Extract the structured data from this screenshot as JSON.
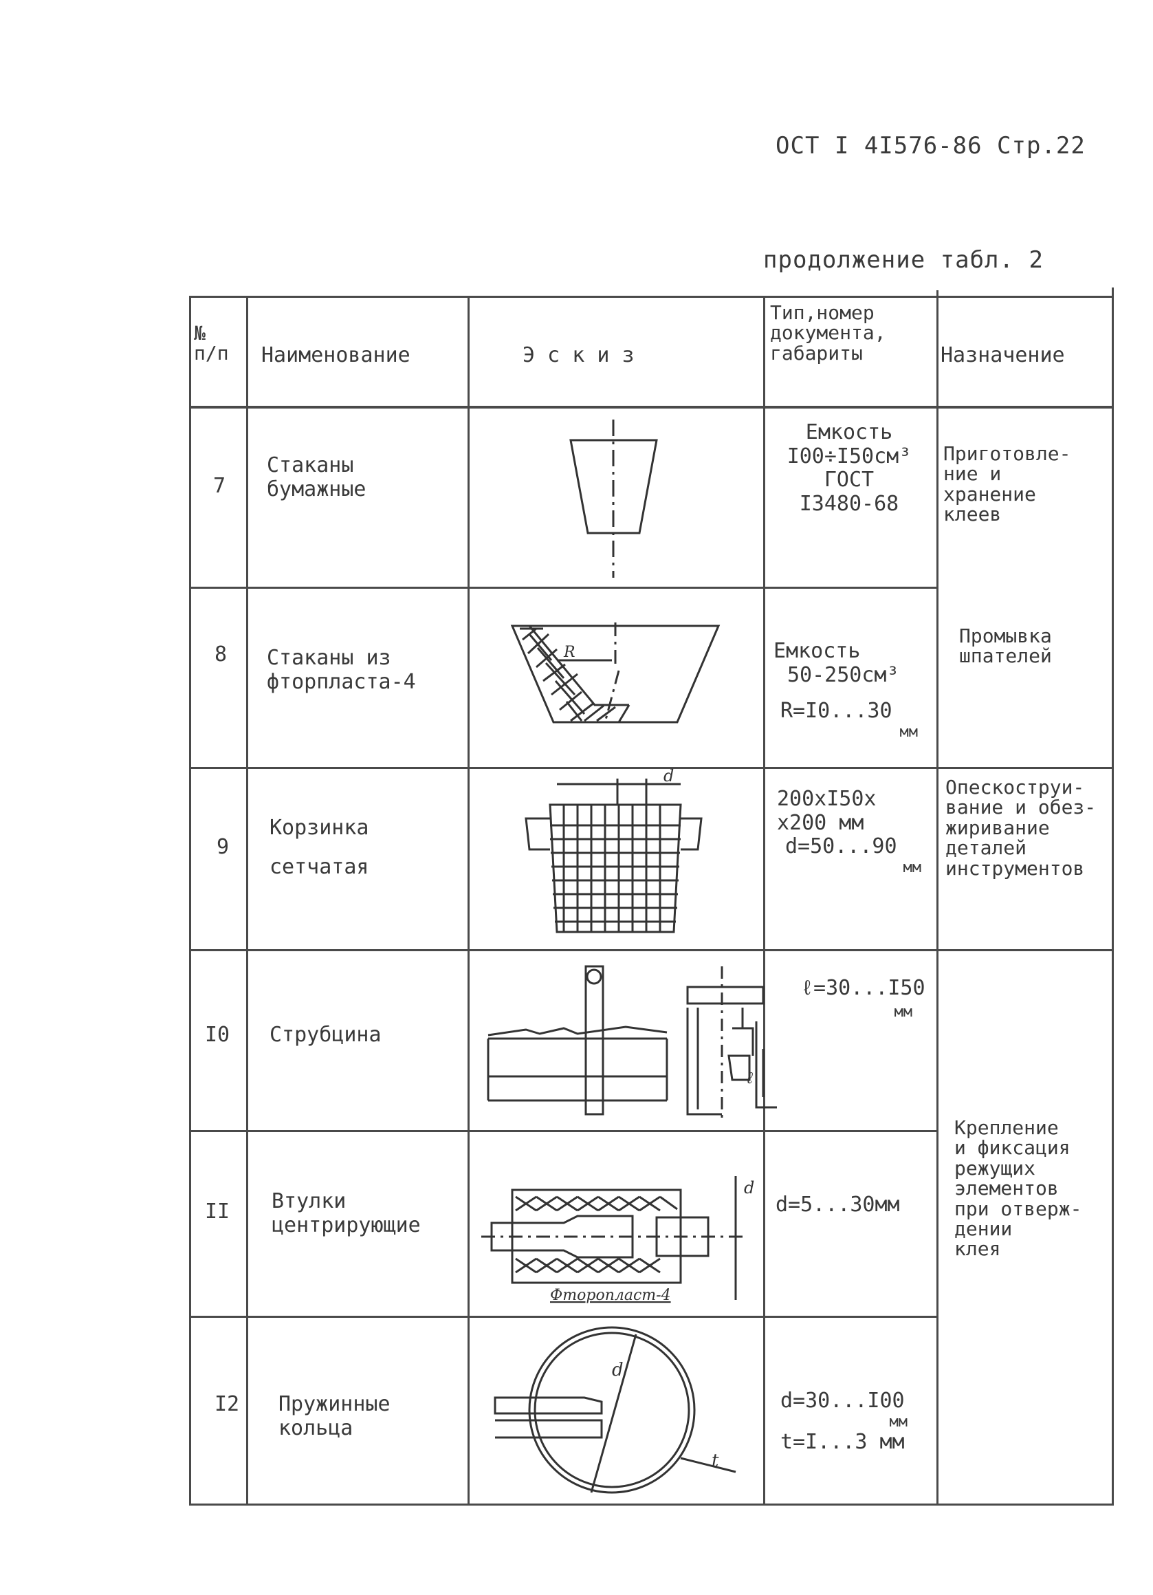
{
  "header": {
    "doc_code": "ОСТ I 4I576-86  Стр.22",
    "caption": "продолжение табл. 2"
  },
  "table": {
    "columns": {
      "num": "№\nп/п",
      "name": "Наименование",
      "sketch": "Э с к и з",
      "type": "Тип,номер\nдокумента,\nгабариты",
      "purpose": "Назначение"
    },
    "rows": [
      {
        "num": "7",
        "name": "Стаканы\nбумажные",
        "type_lines": [
          "Емкость",
          "I00÷I50см³",
          "ГОСТ",
          "I3480-68"
        ]
      },
      {
        "num": "8",
        "name": "Стаканы из\nфторпласта-4",
        "type_lines": [
          "Емкость",
          "50-250см³",
          "R=I0...30",
          "мм"
        ],
        "sketch_label": "R"
      },
      {
        "num": "9",
        "name": "Корзинка\nсетчатая",
        "type_lines": [
          "200xI50x",
          "x200 мм",
          "d=50...90",
          "мм"
        ],
        "sketch_label": "d"
      },
      {
        "num": "I0",
        "name": "Струбцина",
        "type_lines": [
          "ℓ=30...I50",
          "мм"
        ],
        "sketch_label": "ℓ"
      },
      {
        "num": "II",
        "name": "Втулки\nцентрирующие",
        "type_lines": [
          "d=5...30мм"
        ],
        "sketch_label": "d",
        "sketch_caption": "Фторопласт-4"
      },
      {
        "num": "I2",
        "name": "Пружинные\nкольца",
        "type_lines": [
          "d=30...I00",
          "мм",
          "t=I...3 мм"
        ],
        "sketch_label_d": "d",
        "sketch_label_t": "t"
      }
    ],
    "purposes": [
      "Приготовле-\nние и\nхранение\nклеев",
      "Промывка\nшпателей",
      "Опескоструи-\nвание и обез-\nжиривание\nдеталей\nинструментов",
      "Крепление\nи фиксация\nрежущих\nэлементов\nпри отверж-\nдении\nклея"
    ]
  }
}
